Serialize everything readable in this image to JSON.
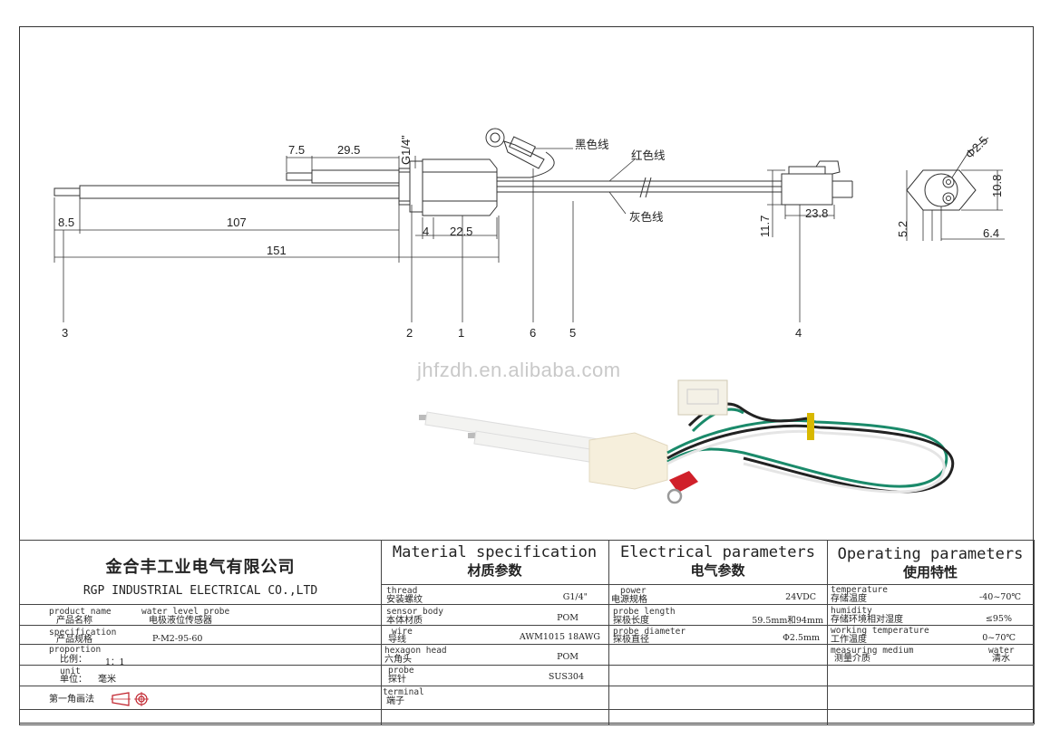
{
  "watermark": "jhfzdh.en.alibaba.com",
  "drawing": {
    "dims": {
      "d7_5": "7.5",
      "d29_5": "29.5",
      "thread": "G1/4\"",
      "d8_5": "8.5",
      "d107": "107",
      "d151": "151",
      "d4": "4",
      "d22_5": "22.5",
      "d11_7": "11.7",
      "d23_8": "23.8",
      "phi2_5": "Φ2.5",
      "d10_8": "10.8",
      "d5_2": "5.2",
      "d6_4": "6.4"
    },
    "wire_labels": {
      "black": "黑色线",
      "red": "红色线",
      "gray": "灰色线"
    },
    "callouts": [
      "3",
      "2",
      "1",
      "6",
      "5",
      "4"
    ]
  },
  "company": {
    "cn": "金合丰工业电气有限公司",
    "en": "RGP INDUSTRIAL ELECTRICAL CO.,LTD"
  },
  "left_rows": [
    {
      "en": "product name",
      "cn": "产品名称",
      "val_en": "water level probe",
      "val_cn": "电极液位传感器"
    },
    {
      "en": "specification",
      "cn": "产品规格",
      "val": "P-M2-95-60"
    },
    {
      "en": "proportion",
      "cn": "比例：",
      "val": "1：1"
    },
    {
      "en": "unit",
      "cn": "单位：",
      "val": "毫米"
    }
  ],
  "projection_label": "第一角画法",
  "material": {
    "head_en": "Material specification",
    "head_cn": "材质参数",
    "rows": [
      {
        "en": "thread",
        "cn": "安装螺纹",
        "val": "G1/4\""
      },
      {
        "en": "sensor body",
        "cn": "本体材质",
        "val": "POM"
      },
      {
        "en": "wire",
        "cn": "导线",
        "val": "AWM1015 18AWG"
      },
      {
        "en": "hexagon head",
        "cn": "六角头",
        "val": "POM"
      },
      {
        "en": "probe",
        "cn": "探针",
        "val": "SUS304"
      },
      {
        "en": "terminal",
        "cn": "端子",
        "val": ""
      }
    ]
  },
  "electrical": {
    "head_en": "Electrical parameters",
    "head_cn": "电气参数",
    "rows": [
      {
        "en": "power",
        "cn": "电源规格",
        "val": "24VDC"
      },
      {
        "en": "probe length",
        "cn": "探极长度",
        "val": "59.5mm和94mm"
      },
      {
        "en": "probe diameter",
        "cn": "探极直径",
        "val": "Φ2.5mm"
      }
    ]
  },
  "operating": {
    "head_en": "Operating parameters",
    "head_cn": "使用特性",
    "rows": [
      {
        "en": "temperature",
        "cn": "存储温度",
        "val": "-40~70℃"
      },
      {
        "en": "humidity",
        "cn": "存储环境相对湿度",
        "val": "≤95%"
      },
      {
        "en": "working temperature",
        "cn": "工作温度",
        "val": "0~70℃"
      },
      {
        "en": "measuring medium",
        "cn": "测量介质",
        "val_en": "water",
        "val_cn": "清水"
      }
    ]
  },
  "colors": {
    "line": "#333333",
    "green_wire": "#1a8a6a",
    "red_terminal": "#d0202a",
    "yellow_tie": "#d8b800"
  }
}
